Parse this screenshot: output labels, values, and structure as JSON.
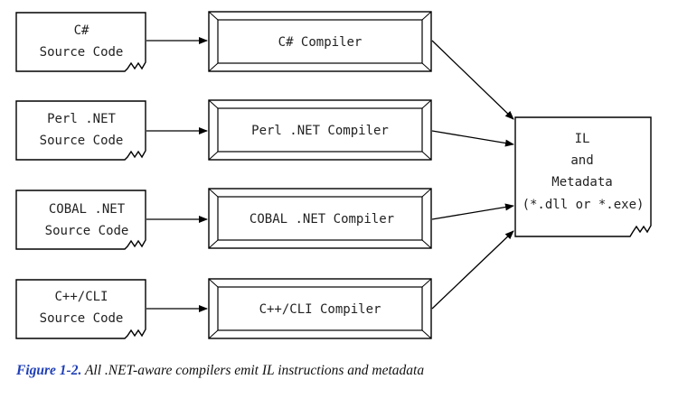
{
  "sources": [
    {
      "line1": "C#",
      "line2": "Source Code"
    },
    {
      "line1": "Perl .NET",
      "line2": "Source Code"
    },
    {
      "line1": "COBAL .NET",
      "line2": "Source Code"
    },
    {
      "line1": "C++/CLI",
      "line2": "Source Code"
    }
  ],
  "compilers": [
    {
      "label": "C# Compiler"
    },
    {
      "label": "Perl .NET Compiler"
    },
    {
      "label": "COBAL .NET Compiler"
    },
    {
      "label": "C++/CLI Compiler"
    }
  ],
  "output": {
    "line1": "IL",
    "line2": "and",
    "line3": "Metadata",
    "line4": "(*.dll or *.exe)"
  },
  "caption": {
    "figure": "Figure 1-2.",
    "text": "All .NET-aware compilers emit IL instructions and metadata"
  },
  "colors": {
    "caption_label": "#1f3fb6",
    "stroke": "#000000"
  }
}
